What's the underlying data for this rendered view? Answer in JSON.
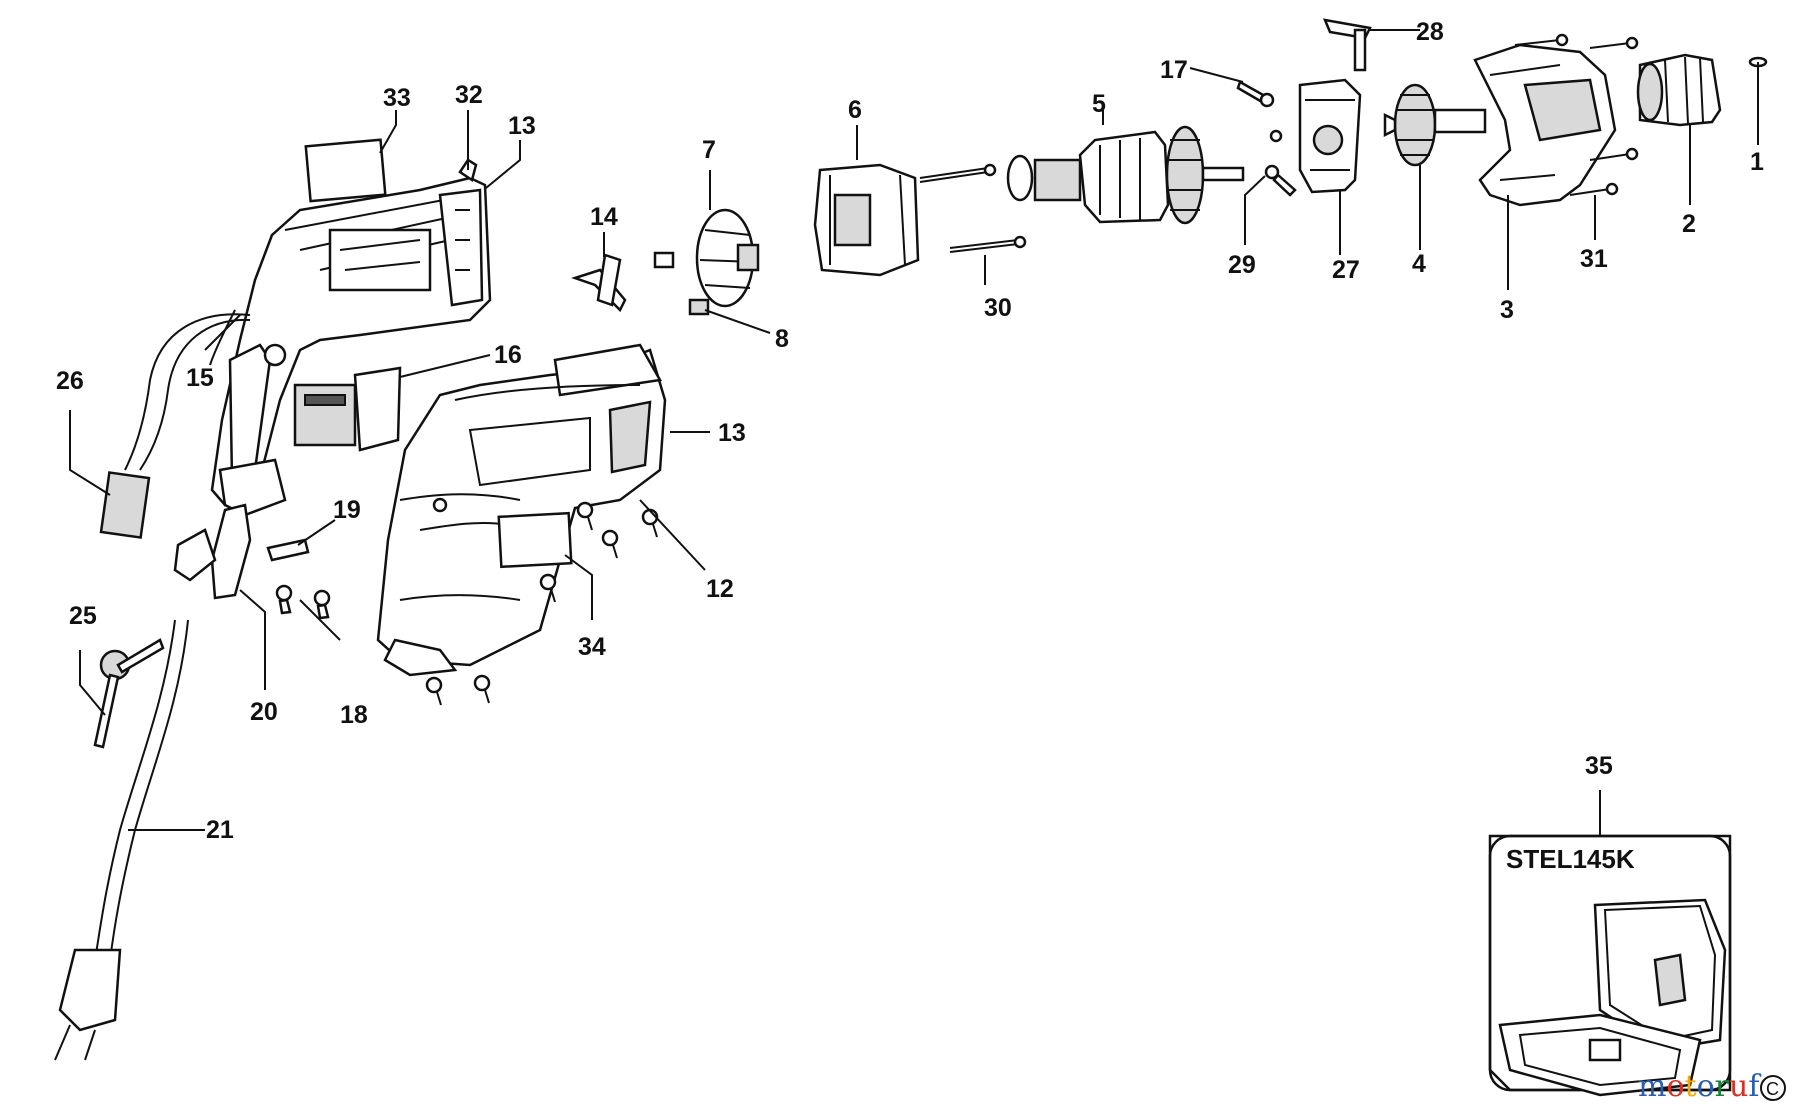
{
  "diagram": {
    "case_model": "STEL145K",
    "watermark": {
      "text": "motoruf",
      "colors": [
        "#2a5db0",
        "#d93025",
        "#f2a900",
        "#2a5db0",
        "#188038",
        "#d93025",
        "#2a5db0"
      ]
    },
    "corner_mark": "C",
    "part_numbers": [
      "1",
      "2",
      "3",
      "4",
      "5",
      "6",
      "7",
      "8",
      "12",
      "13",
      "13",
      "14",
      "15",
      "16",
      "17",
      "18",
      "19",
      "20",
      "21",
      "25",
      "26",
      "27",
      "28",
      "29",
      "30",
      "31",
      "32",
      "33",
      "34",
      "35"
    ]
  }
}
